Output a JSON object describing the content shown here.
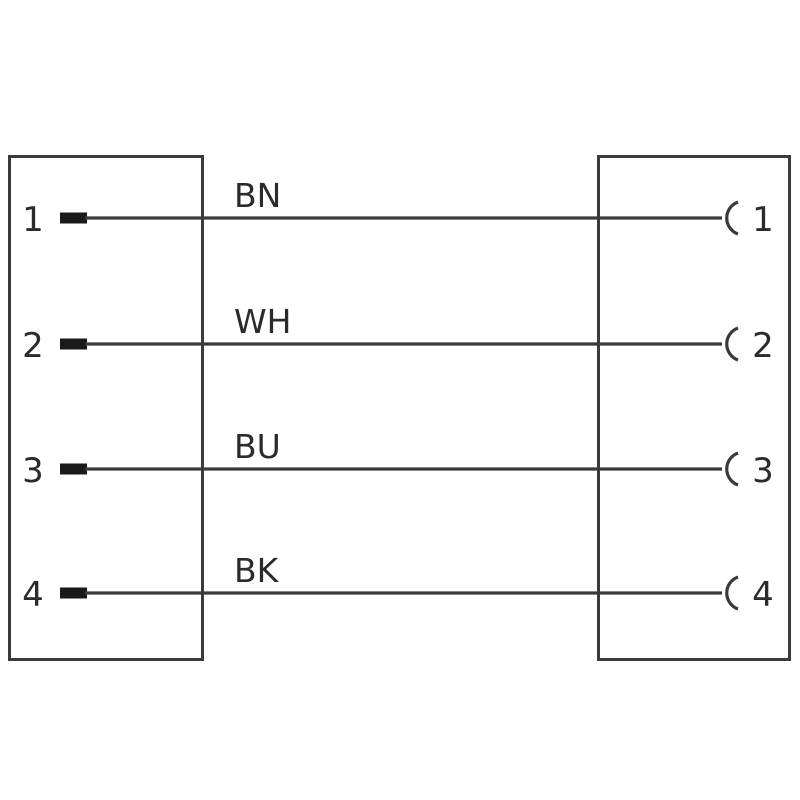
{
  "diagram": {
    "title": "4-pin connector wiring diagram",
    "background_color": "#ffffff",
    "line_color": "#3a3a3a",
    "pin_color": "#1a1a1a",
    "text_color": "#2b2b2b",
    "left_connector": {
      "name": "male-pin-connector",
      "contact_type": "pin",
      "contacts": [
        {
          "number": "1"
        },
        {
          "number": "2"
        },
        {
          "number": "3"
        },
        {
          "number": "4"
        }
      ]
    },
    "right_connector": {
      "name": "female-socket-connector",
      "contact_type": "socket",
      "contacts": [
        {
          "number": "1"
        },
        {
          "number": "2"
        },
        {
          "number": "3"
        },
        {
          "number": "4"
        }
      ]
    },
    "wires": [
      {
        "label": "BN",
        "from_pin": "1",
        "to_pin": "1"
      },
      {
        "label": "WH",
        "from_pin": "2",
        "to_pin": "2"
      },
      {
        "label": "BU",
        "from_pin": "3",
        "to_pin": "3"
      },
      {
        "label": "BK",
        "from_pin": "4",
        "to_pin": "4"
      }
    ]
  }
}
